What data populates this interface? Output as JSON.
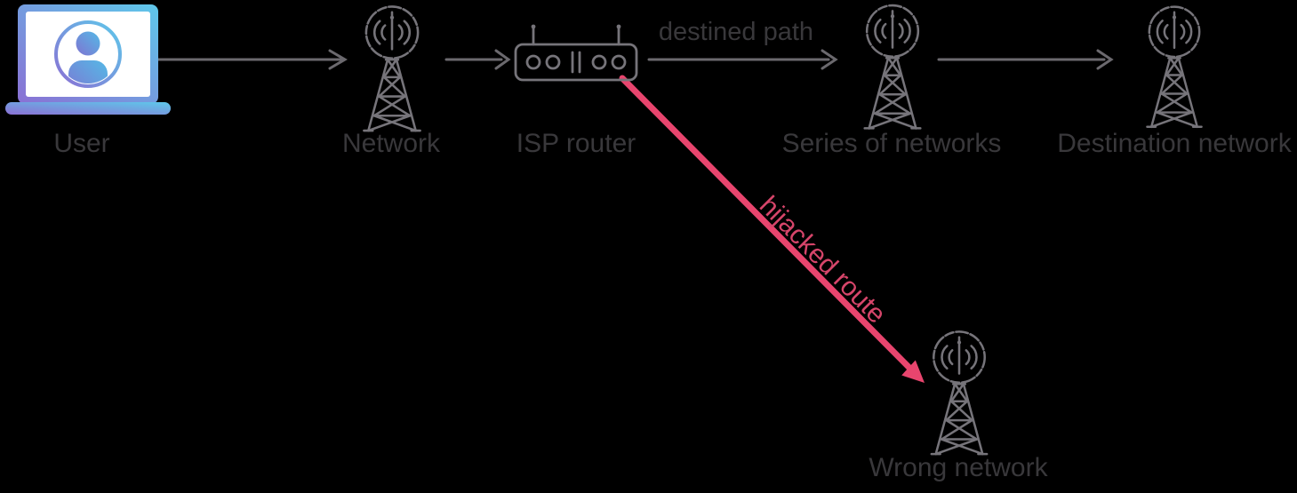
{
  "diagram": {
    "title_hint": "network route hijacking diagram",
    "nodes": [
      {
        "id": "user",
        "label": "User",
        "icon": "laptop-user-icon"
      },
      {
        "id": "network",
        "label": "Network",
        "icon": "radio-tower-icon"
      },
      {
        "id": "isp_router",
        "label": "ISP router",
        "icon": "router-icon"
      },
      {
        "id": "series_of_networks",
        "label": "Series of networks",
        "icon": "radio-tower-icon"
      },
      {
        "id": "destination_network",
        "label": "Destination network",
        "icon": "radio-tower-icon"
      },
      {
        "id": "wrong_network",
        "label": "Wrong network",
        "icon": "radio-tower-icon"
      }
    ],
    "edges": {
      "destined_path_label": "destined path",
      "hijacked_route_label": "hijacked route"
    },
    "colors": {
      "background": "#000000",
      "label_gray": "#39383b",
      "line_gray": "#6b696e",
      "icon_gray": "#76747a",
      "hijack_red": "#e8456e",
      "hijack_text_red": "#d6456a",
      "laptop_gradient_start": "#5ec8ea",
      "laptop_gradient_end": "#8a70d4"
    }
  }
}
